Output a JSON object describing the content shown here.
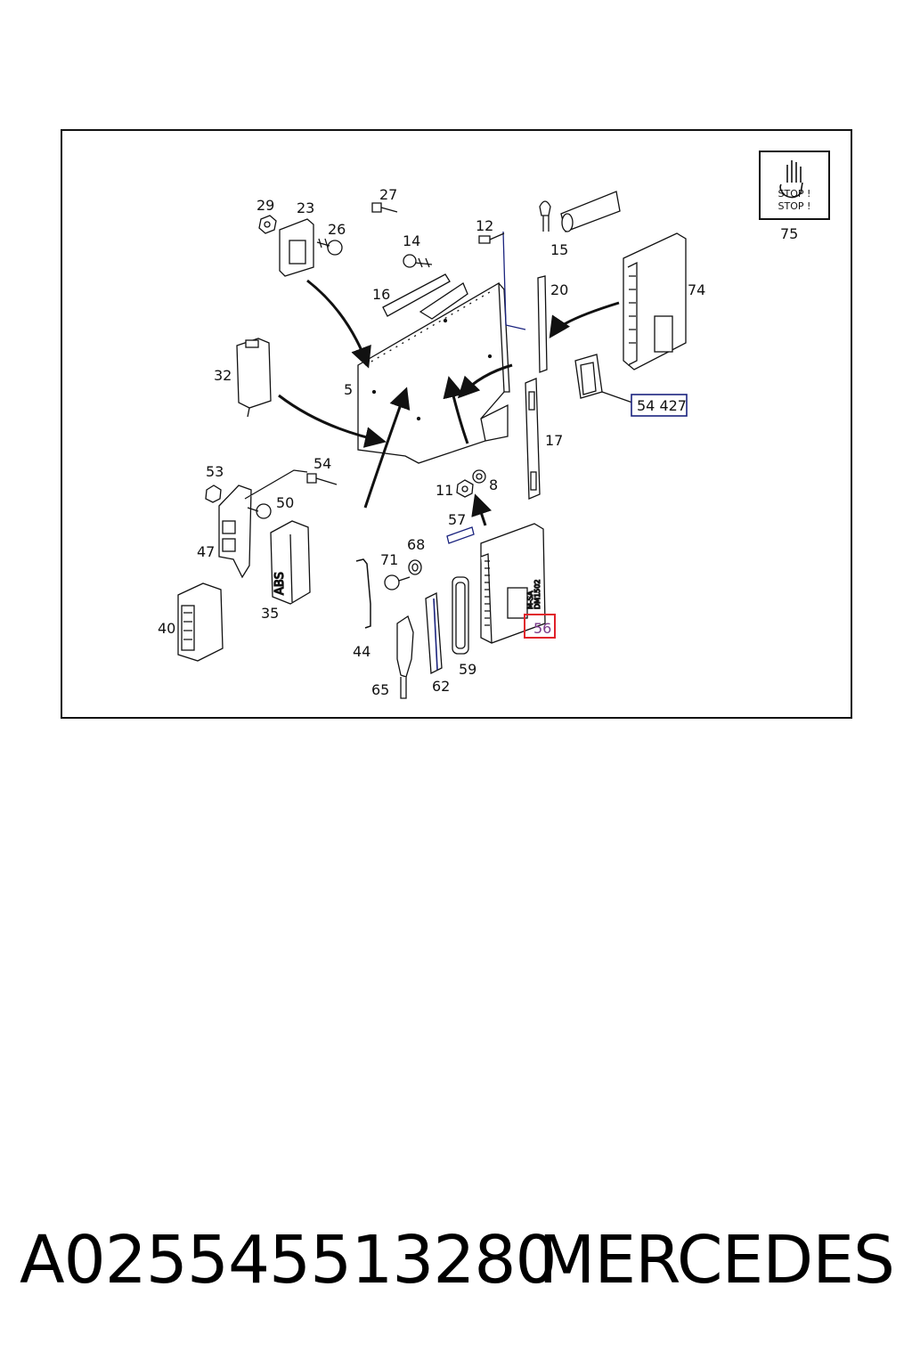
{
  "diagram": {
    "callouts": {
      "c29": "29",
      "c23": "23",
      "c27": "27",
      "c26": "26",
      "c14": "14",
      "c12": "12",
      "c15": "15",
      "c16": "16",
      "c20": "20",
      "c74": "74",
      "c75": "75",
      "c32": "32",
      "c5": "5",
      "c54427": "54 427",
      "c17": "17",
      "c53": "53",
      "c54": "54",
      "c50": "50",
      "c11": "11",
      "c8": "8",
      "c57": "57",
      "c47": "47",
      "c68": "68",
      "c71": "71",
      "c35": "35",
      "c40": "40",
      "c44": "44",
      "c62": "62",
      "c59": "59",
      "c65": "65",
      "c56": "56"
    },
    "stop_label_1": "STOP !",
    "stop_label_2": "STOP !",
    "abs_label": "ABS",
    "module_label_1": "M-SA",
    "module_label_2": "DM1502",
    "highlight_color": "#e0202a"
  },
  "footer": {
    "part_number": "A025545513280",
    "brand": "MERCEDES"
  }
}
